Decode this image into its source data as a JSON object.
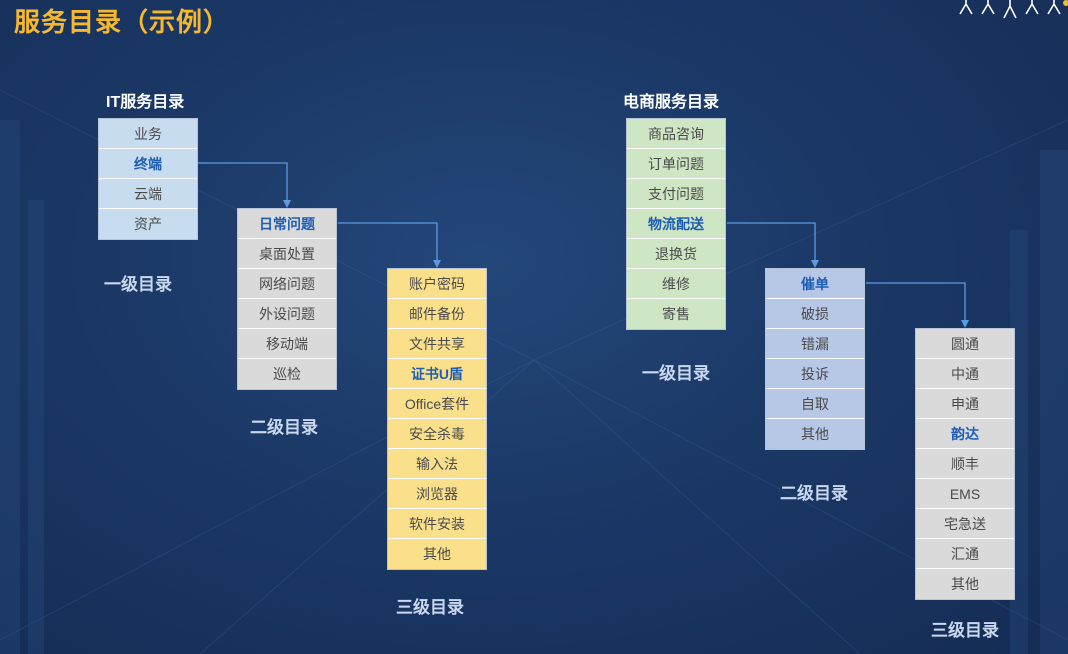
{
  "title": "服务目录（示例）",
  "it": {
    "name": "IT服务目录",
    "level1": {
      "label": "一级目录",
      "items": [
        "业务",
        "终端",
        "云端",
        "资产"
      ],
      "highlight": 1
    },
    "level2": {
      "label": "二级目录",
      "items": [
        "日常问题",
        "桌面处置",
        "网络问题",
        "外设问题",
        "移动端",
        "巡检"
      ],
      "highlight": 0
    },
    "level3": {
      "label": "三级目录",
      "items": [
        "账户密码",
        "邮件备份",
        "文件共享",
        "证书U盾",
        "Office套件",
        "安全杀毒",
        "输入法",
        "浏览器",
        "软件安装",
        "其他"
      ],
      "highlight": 3
    }
  },
  "ecom": {
    "name": "电商服务目录",
    "level1": {
      "label": "一级目录",
      "items": [
        "商品咨询",
        "订单问题",
        "支付问题",
        "物流配送",
        "退换货",
        "维修",
        "寄售"
      ],
      "highlight": 3
    },
    "level2": {
      "label": "二级目录",
      "items": [
        "催单",
        "破损",
        "错漏",
        "投诉",
        "自取",
        "其他"
      ],
      "highlight": 0
    },
    "level3": {
      "label": "三级目录",
      "items": [
        "圆通",
        "中通",
        "申通",
        "韵达",
        "顺丰",
        "EMS",
        "宅急送",
        "汇通",
        "其他"
      ],
      "highlight": 3
    }
  },
  "colors": {
    "title": "#f5b82e",
    "highlight_text": "#1e5fb4",
    "connector": "#5b9be0",
    "it_level1_fill": "#c8dcef",
    "it_level2_fill": "#dadada",
    "it_level3_fill": "#fbe08c",
    "ecom_level1_fill": "#cfe6c4",
    "ecom_level2_fill": "#b6c8e6",
    "ecom_level3_fill": "#dadada"
  }
}
